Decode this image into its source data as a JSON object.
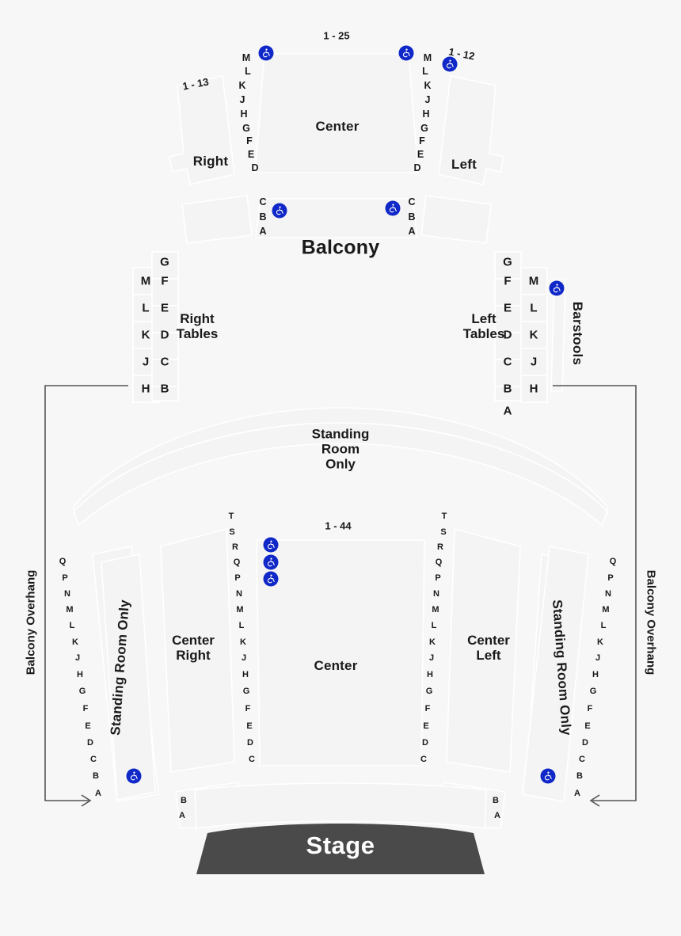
{
  "venue": {
    "stage_label": "Stage",
    "balcony_label": "Balcony"
  },
  "colors": {
    "background": "#f7f7f7",
    "section_fill": "#f5f5f5",
    "section_stroke": "#ffffff",
    "stage_fill": "#4a4a4a",
    "stage_text": "#ffffff",
    "text": "#1a1a1a",
    "wheelchair_blue": "#1028c8",
    "bracket_line": "#555555"
  },
  "balcony": {
    "title": "Balcony",
    "sections": [
      {
        "name": "Right",
        "seat_range": "1 - 13"
      },
      {
        "name": "Center",
        "seat_range": "1 - 25"
      },
      {
        "name": "Left",
        "seat_range": "1 - 12"
      }
    ],
    "center_rows_upper": [
      "M",
      "L",
      "K",
      "J",
      "H",
      "G",
      "F",
      "E",
      "D"
    ],
    "center_rows_lower": [
      "C",
      "B",
      "A"
    ]
  },
  "tables": {
    "right": {
      "name_line1": "Right",
      "name_line2": "Tables",
      "outer_column": [
        "M",
        "L",
        "K",
        "J",
        "H"
      ],
      "inner_column": [
        "G",
        "F",
        "E",
        "D",
        "C",
        "B"
      ]
    },
    "left": {
      "name_line1": "Left",
      "name_line2": "Tables",
      "inner_column": [
        "G",
        "F",
        "E",
        "D",
        "C",
        "B",
        "A"
      ],
      "outer_column": [
        "M",
        "L",
        "K",
        "J",
        "H"
      ]
    },
    "barstools_label": "Barstools"
  },
  "floor": {
    "standing_room_top": {
      "line1": "Standing",
      "line2": "Room",
      "line3": "Only"
    },
    "standing_room_side_label": "Standing Room Only",
    "balcony_overhang_label": "Balcony Overhang",
    "center_seat_range": "1 - 44",
    "sections": [
      {
        "name_line1": "Center",
        "name_line2": "Right"
      },
      {
        "name_line1": "Center",
        "name_line2": ""
      },
      {
        "name_line1": "Center",
        "name_line2": "Left"
      }
    ],
    "outer_rows": [
      "Q",
      "P",
      "N",
      "M",
      "L",
      "K",
      "J",
      "H",
      "G",
      "F",
      "E",
      "D",
      "C",
      "B",
      "A"
    ],
    "inner_rows": [
      "T",
      "S",
      "R",
      "Q",
      "P",
      "N",
      "M",
      "L",
      "K",
      "J",
      "H",
      "G",
      "F",
      "E",
      "D",
      "C"
    ],
    "front_rows": [
      "B",
      "A"
    ]
  },
  "accessible_icon": "wheelchair-icon"
}
